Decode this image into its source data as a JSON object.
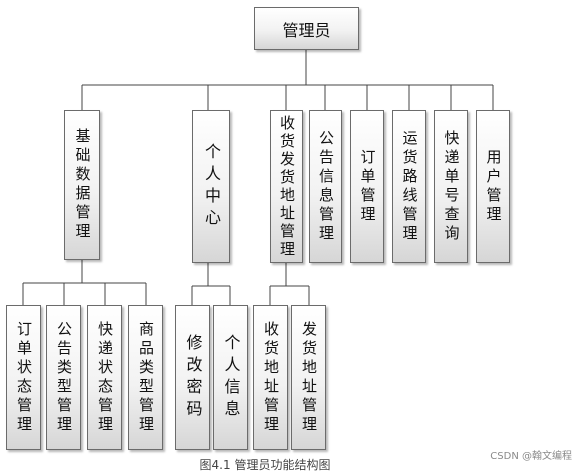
{
  "root": {
    "label": "管理员"
  },
  "level1": [
    {
      "id": "basic",
      "label": "基础数据管理"
    },
    {
      "id": "personal",
      "label": "个人中心"
    },
    {
      "id": "address",
      "label": "收货发货地址管理"
    },
    {
      "id": "notice",
      "label": "公告信息管理"
    },
    {
      "id": "order",
      "label": "订单管理"
    },
    {
      "id": "route",
      "label": "运货路线管理"
    },
    {
      "id": "express",
      "label": "快递单号查询"
    },
    {
      "id": "user",
      "label": "用户管理"
    }
  ],
  "level2": {
    "basic": [
      {
        "label": "订单状态管理"
      },
      {
        "label": "公告类型管理"
      },
      {
        "label": "快递状态管理"
      },
      {
        "label": "商品类型管理"
      }
    ],
    "personal": [
      {
        "label": "修改密码"
      },
      {
        "label": "个人信息"
      }
    ],
    "address": [
      {
        "label": "收货地址管理"
      },
      {
        "label": "发货地址管理"
      }
    ]
  },
  "caption": "图4.1 管理员功能结构图",
  "watermark": "CSDN @翰文编程"
}
